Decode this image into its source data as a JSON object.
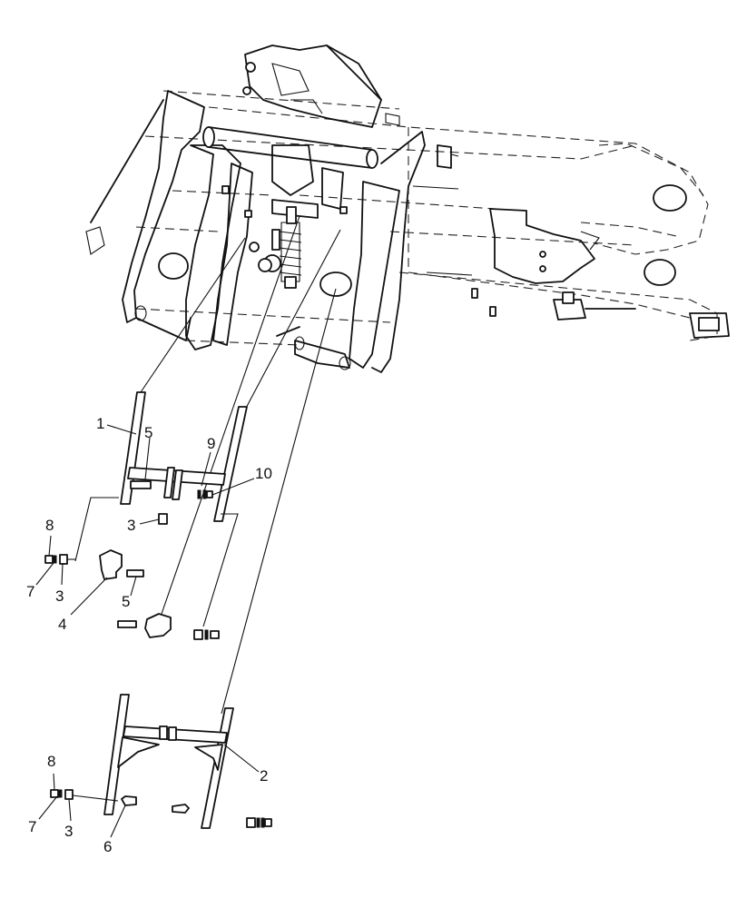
{
  "callouts": [
    {
      "id": "c-1a",
      "label": "1"
    },
    {
      "id": "c-5a",
      "label": "5"
    },
    {
      "id": "c-9",
      "label": "9"
    },
    {
      "id": "c-10",
      "label": "10"
    },
    {
      "id": "c-3a",
      "label": "3"
    },
    {
      "id": "c-8a",
      "label": "8"
    },
    {
      "id": "c-7a",
      "label": "7"
    },
    {
      "id": "c-3b",
      "label": "3"
    },
    {
      "id": "c-5b",
      "label": "5"
    },
    {
      "id": "c-4",
      "label": "4"
    },
    {
      "id": "c-2",
      "label": "2"
    },
    {
      "id": "c-8b",
      "label": "8"
    },
    {
      "id": "c-7b",
      "label": "7"
    },
    {
      "id": "c-3c",
      "label": "3"
    },
    {
      "id": "c-6",
      "label": "6"
    }
  ]
}
